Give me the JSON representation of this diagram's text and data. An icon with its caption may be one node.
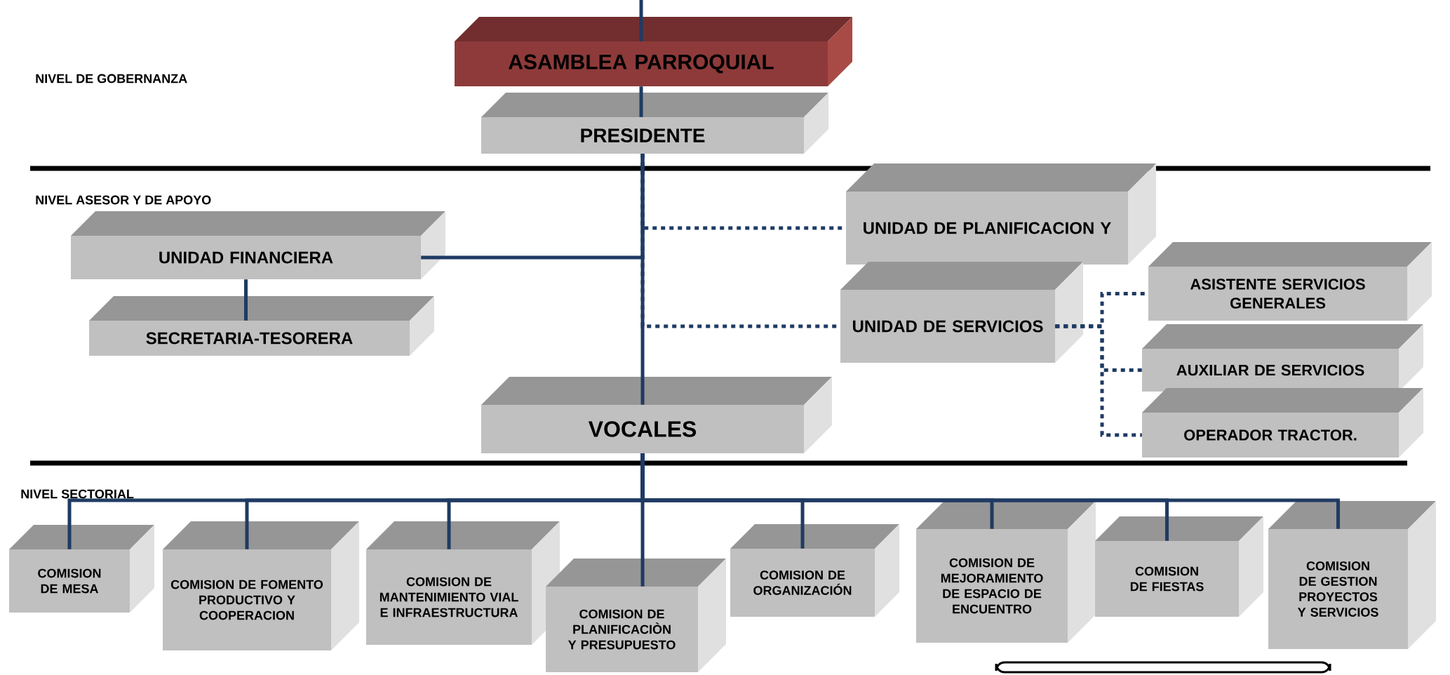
{
  "diagram": {
    "nodes": [
      {
        "text": [
          "ASAMBLEA PARROQUIAL"
        ]
      },
      {
        "text": [
          "PRESIDENTE"
        ]
      },
      {
        "text": [
          "UNIDAD FINANCIERA"
        ]
      },
      {
        "text": [
          "SECRETARIA-TESORERA"
        ]
      },
      {
        "text": [
          "UNIDAD DE PLANIFICACION Y"
        ]
      },
      {
        "text": [
          "UNIDAD DE SERVICIOS"
        ]
      },
      {
        "text": [
          "ASISTENTE SERVICIOS GENERALES"
        ]
      },
      {
        "text": [
          "AUXILIAR DE SERVICIOS"
        ]
      },
      {
        "text": [
          "OPERADOR TRACTOR."
        ]
      },
      {
        "text": [
          "VOCALES"
        ]
      },
      {
        "text": [
          "COMISION DE MESA"
        ]
      },
      {
        "text": [
          "COMISION DE FOMENTO PRODUCTIVO Y COOPERACION"
        ]
      },
      {
        "text": [
          "COMISION DE MANTENIMIENTO VIAL E INFRAESTRUCTURA"
        ]
      },
      {
        "text": [
          "COMISION DE PLANIFICACIÒN Y PRESUPUESTO"
        ]
      },
      {
        "text": [
          "COMISION DE ORGANIZACIÓN"
        ]
      },
      {
        "text": [
          "COMISION DE MEJORAMIENTO DE ESPACIO DE ENCUENTRO"
        ]
      },
      {
        "text": [
          "COMISION DE FIESTAS"
        ]
      },
      {
        "text": [
          "COMISION DE GESTION PROYECTOS Y SERVICIOS"
        ]
      },
      {
        "text": [],
        "shape": "box"
      }
    ],
    "edges": [
      {
        "from": null,
        "to": 0,
        "arrow": "none"
      },
      {
        "from": 0,
        "to": 1,
        "arrow": "none"
      },
      {
        "from": 1,
        "to": 2,
        "arrow": "none"
      },
      {
        "from": 2,
        "to": 3,
        "arrow": "none"
      },
      {
        "from": 1,
        "to": 4,
        "arrow": "none",
        "style": "dashed"
      },
      {
        "from": 1,
        "to": 5,
        "arrow": "none",
        "style": "dashed"
      },
      {
        "from": 5,
        "to": 6,
        "arrow": "none",
        "style": "dashed"
      },
      {
        "from": 5,
        "to": 7,
        "arrow": "none",
        "style": "dashed"
      },
      {
        "from": 5,
        "to": 8,
        "arrow": "none",
        "style": "dashed"
      },
      {
        "from": 1,
        "to": 9,
        "arrow": "none"
      },
      {
        "from": 9,
        "to": 10,
        "arrow": "none"
      },
      {
        "from": 9,
        "to": 11,
        "arrow": "none"
      },
      {
        "from": 9,
        "to": 12,
        "arrow": "none"
      },
      {
        "from": 9,
        "to": 13,
        "arrow": "none"
      },
      {
        "from": 9,
        "to": 14,
        "arrow": "none"
      },
      {
        "from": 9,
        "to": 15,
        "arrow": "none"
      },
      {
        "from": 9,
        "to": 16,
        "arrow": "none"
      },
      {
        "from": 9,
        "to": 17,
        "arrow": "none"
      }
    ],
    "labels": [
      "NIVEL DE GOBERNANZA",
      "NIVEL ASESOR Y DE APOYO",
      "NIVEL SECTORIAL"
    ]
  }
}
